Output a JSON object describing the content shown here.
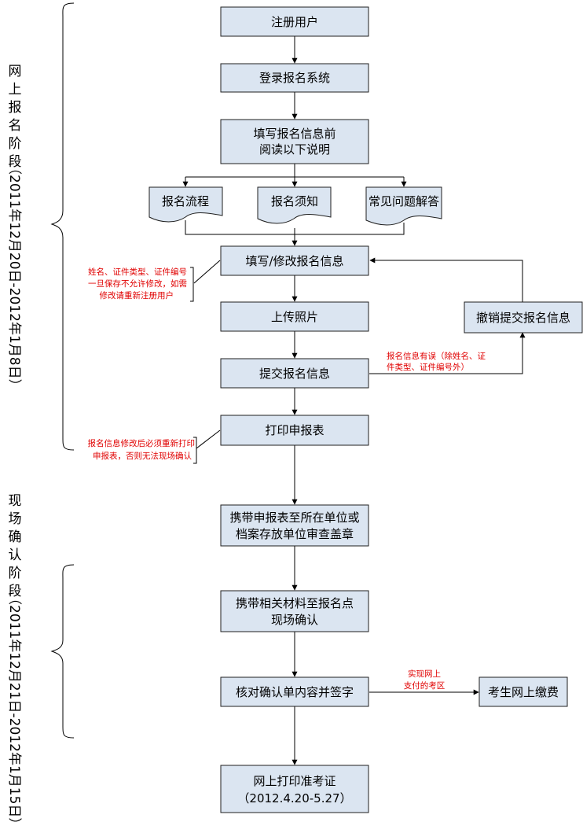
{
  "stage_online": {
    "title_chars": [
      "网",
      "上",
      "报",
      "名",
      "阶",
      "段"
    ],
    "period_parts": [
      "（",
      "2011",
      "年",
      "12",
      "月",
      "20",
      "日",
      "-2012",
      "年",
      "1",
      "月",
      "8",
      "日",
      "）"
    ]
  },
  "stage_onsite": {
    "title_chars": [
      "现",
      "场",
      "确",
      "认",
      "阶",
      "段"
    ],
    "period_parts": [
      "（",
      "2011",
      "年",
      "12",
      "月",
      "21",
      "日",
      "-2012",
      "年",
      "1",
      "月",
      "15",
      "日",
      "）"
    ]
  },
  "boxes": {
    "register": "注册用户",
    "login": "登录报名系统",
    "read_line1": "填写报名信息前",
    "read_line2": "阅读以下说明",
    "doc_process": "报名流程",
    "doc_notice": "报名须知",
    "doc_faq": "常见问题解答",
    "fill": "填写/修改报名信息",
    "upload": "上传照片",
    "submit": "提交报名信息",
    "cancel": "撤销提交报名信息",
    "print_form": "打印申报表",
    "stamp_line1": "携带申报表至所在单位或",
    "stamp_line2": "档案存放单位审查盖章",
    "confirm_line1": "携带相关材料至报名点",
    "confirm_line2": "现场确认",
    "sign": "核对确认单内容并签字",
    "pay": "考生网上缴费",
    "admit_line1": "网上打印准考证",
    "admit_line2": "（2012.4.20-5.27）"
  },
  "notes": {
    "locked_line1": "姓名、证件类型、证件编号",
    "locked_line2": "一旦保存不允许修改，如需",
    "locked_line3": "修改请重新注册用户",
    "error_line1": "报名信息有误（除姓名、证",
    "error_line2": "件类型、证件编号外）",
    "reprint_line1": "报名信息修改后必须重新打印",
    "reprint_line2": "申报表，否则无法现场确认",
    "pay_line1": "实现网上",
    "pay_line2": "支付的考区"
  },
  "colors": {
    "box_fill": "#dbe5f1",
    "box_stroke": "#1f1f1f",
    "note_text": "#e00000",
    "line": "#000000"
  }
}
